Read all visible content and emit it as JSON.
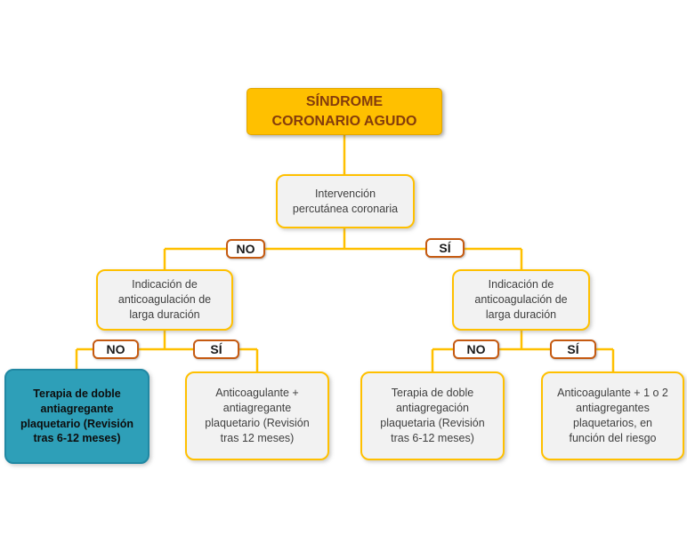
{
  "diagram": {
    "title": {
      "lines": [
        "SÍNDROME",
        "CORONARIO AGUDO"
      ]
    },
    "nodes": {
      "intervencion": {
        "lines": [
          "Intervención",
          "percutánea coronaria"
        ]
      },
      "indicacion_left": {
        "lines": [
          "Indicación de",
          "anticoagulación de",
          "larga duración"
        ]
      },
      "indicacion_right": {
        "lines": [
          "Indicación de",
          "anticoagulación de",
          "larga duración"
        ]
      },
      "terapia_doble_left": {
        "lines": [
          "Terapia de doble",
          "antiagregante",
          "plaquetario (Revisión",
          "tras 6-12 meses)"
        ]
      },
      "anticoagulante_left": {
        "lines": [
          "Anticoagulante +",
          "antiagregante",
          "plaquetario (Revisión",
          "tras 12 meses)"
        ]
      },
      "terapia_doble_right": {
        "lines": [
          "Terapia de doble",
          "antiagregación",
          "plaquetaria (Revisión",
          "tras 6-12 meses)"
        ]
      },
      "anticoagulante_right": {
        "lines": [
          "Anticoagulante + 1 o 2",
          "antiagregantes",
          "plaquetarios, en",
          "función del riesgo"
        ]
      }
    },
    "branch_labels": {
      "top_no": "NO",
      "top_si": "SÍ",
      "left_no": "NO",
      "left_si": "SÍ",
      "right_no": "NO",
      "right_si": "SÍ"
    },
    "colors": {
      "connector": "#FFC000",
      "title_fill": "#FFC000",
      "title_text": "#843C0C",
      "node_fill": "#F2F2F2",
      "node_border": "#FFC000",
      "label_border": "#C55A11",
      "highlight_fill": "#2E9FB8",
      "highlight_border": "#2188A3"
    }
  }
}
